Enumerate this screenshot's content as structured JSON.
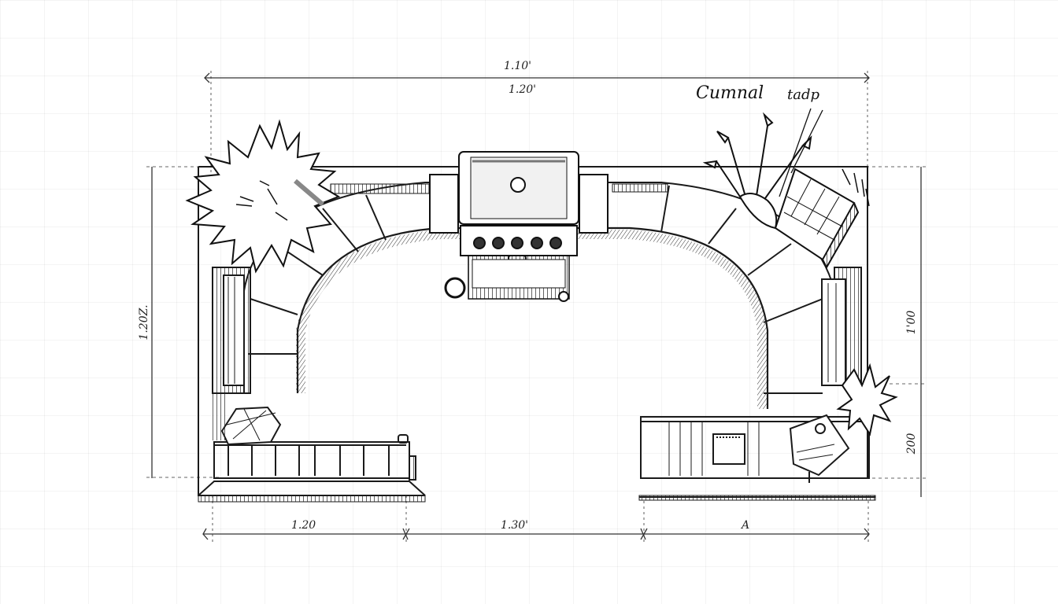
{
  "drawing": {
    "title": "Outdoor kitchen plan sketch",
    "style": "hand-drawn pencil/ink",
    "colors": {
      "ink": "#1a1a1a",
      "paper": "#ffffff",
      "grid": "#e6e6e6",
      "shade": "#8a8a8a"
    }
  },
  "dimensions": {
    "top_overall": "1.10'",
    "top_inner": "1.20'",
    "left_vertical": "1.20Z.",
    "right_upper": "1'00",
    "right_lower": "200",
    "bottom": [
      "1.20",
      "1.30'",
      "A"
    ]
  },
  "annotation": {
    "text_1": "Cumnal",
    "text_2": "tadp"
  },
  "elements": [
    {
      "name": "grill",
      "knobs": 5
    },
    {
      "name": "curved-counter",
      "shape": "arch"
    },
    {
      "name": "left-side-counter"
    },
    {
      "name": "right-side-counter"
    },
    {
      "name": "left-railing-bar"
    },
    {
      "name": "right-storage-cabinet"
    },
    {
      "name": "shrub-top-left"
    },
    {
      "name": "plants-top-right"
    },
    {
      "name": "planter-box-top-right"
    },
    {
      "name": "shrub-right"
    },
    {
      "name": "chair-bottom-right"
    },
    {
      "name": "crate-bottom-left"
    }
  ]
}
